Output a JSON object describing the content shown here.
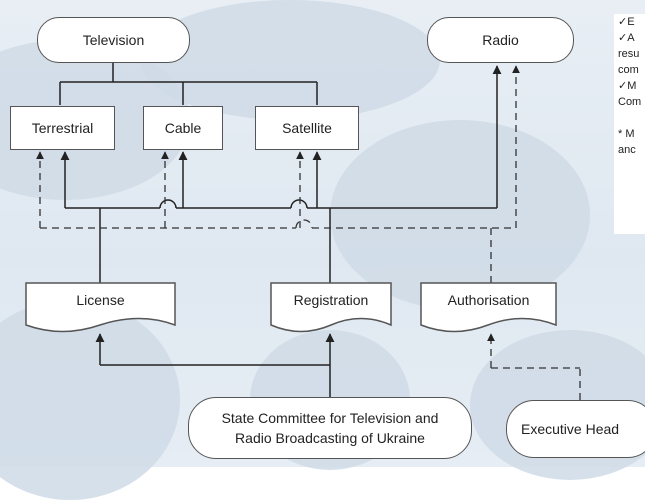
{
  "nodes": {
    "television": "Television",
    "radio": "Radio",
    "terrestrial": "Terrestrial",
    "cable": "Cable",
    "satellite": "Satellite",
    "license": "License",
    "registration": "Registration",
    "authorisation": "Authorisation",
    "state_committee_line1": "State Committee for Television and",
    "state_committee_line2": "Radio Broadcasting of Ukraine",
    "executive_head": "Executive Head"
  },
  "note": {
    "lines": [
      "✓E",
      "✓A",
      "resu",
      "com",
      "✓M",
      "Com",
      "",
      "* M",
      "anc"
    ]
  }
}
